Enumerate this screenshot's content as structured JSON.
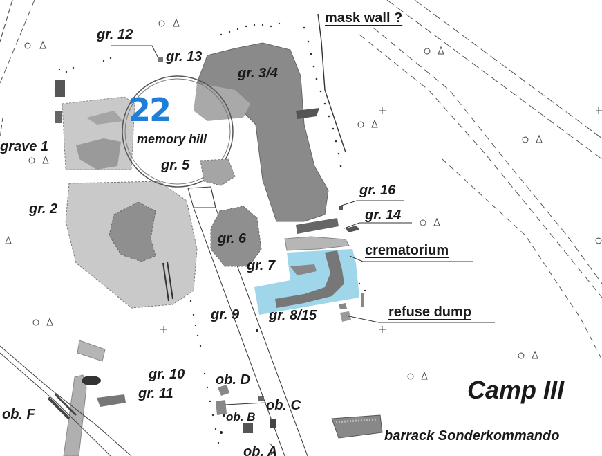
{
  "map": {
    "camp_title": "Camp III",
    "handwritten_number": "22",
    "labels": {
      "mask_wall": "mask wall ?",
      "gr12": "gr. 12",
      "gr13": "gr. 13",
      "gr3_4": "gr. 3/4",
      "memory_hill": "memory hill",
      "grave1": "grave 1",
      "gr5": "gr. 5",
      "gr2": "gr. 2",
      "gr16": "gr. 16",
      "gr14": "gr. 14",
      "gr6": "gr. 6",
      "crematorium": "crematorium",
      "gr7": "gr. 7",
      "gr9": "gr. 9",
      "gr8_15": "gr. 8/15",
      "refuse_dump": "refuse dump",
      "gr10": "gr. 10",
      "gr11": "gr. 11",
      "obD": "ob. D",
      "obC": "ob. C",
      "obB": "ob. B",
      "obF": "ob. F",
      "obA": "ob. A",
      "barrack": "barrack Sonderkommando"
    },
    "colors": {
      "grave_light": "#c9c9c9",
      "grave_dark": "#8f8f8f",
      "grave_darker": "#7a7a7a",
      "crematorium_highlight": "#9fd6ea",
      "handwriting": "#1e7fd8"
    }
  }
}
